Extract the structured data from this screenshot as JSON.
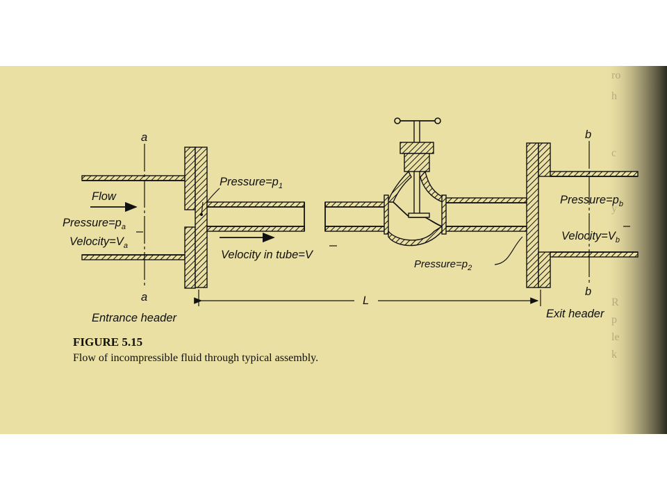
{
  "figure": {
    "number": "FIGURE 5.15",
    "caption": "Flow of incompressible fluid through typical assembly."
  },
  "labels": {
    "section_a": "a",
    "section_b": "b",
    "flow": "Flow",
    "pressure_a": {
      "main": "Pressure=p",
      "sub": "a"
    },
    "velocity_a": {
      "main": "Velocity=V",
      "sub": "a"
    },
    "pressure_1": {
      "main": "Pressure=p",
      "sub": "1"
    },
    "velocity_tube": {
      "main": "Velocity in tube=V"
    },
    "pressure_b": {
      "main": "Pressure=p",
      "sub": "b"
    },
    "velocity_b": {
      "main": "Velocity=V",
      "sub": "b"
    },
    "pressure_2": {
      "main": "Pressure=p",
      "sub": "2"
    },
    "length": "L",
    "entrance_header": "Entrance header",
    "exit_header": "Exit header"
  },
  "colors": {
    "paper": "#ebe0a4",
    "ink": "#111111",
    "right_edge_shadow": "#2b2a20"
  }
}
